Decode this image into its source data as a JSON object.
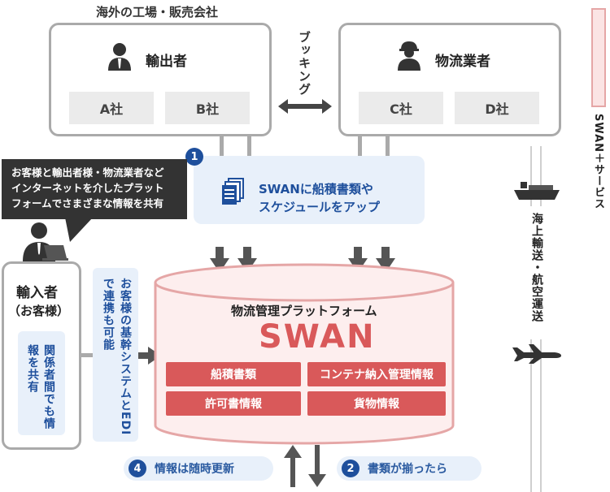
{
  "top_label": "海外の工場・販売会社",
  "exporter": {
    "title": "輸出者",
    "companies": [
      "A社",
      "B社"
    ]
  },
  "logistics": {
    "title": "物流業者",
    "companies": [
      "C社",
      "D社"
    ]
  },
  "booking": "ブッキング",
  "service_label": "SWAN＋サービス",
  "upload": {
    "step": "1",
    "line1": "SWANに船積書類や",
    "line2": "スケジュールをアップ"
  },
  "callout": {
    "line1": "お客様と輸出者様・物流業者など",
    "line2": "インターネットを介したプラット",
    "line3": "フォームでさまざまな情報を共有"
  },
  "importer": {
    "title": "輸入者",
    "subtitle": "（お客様）",
    "share_text": "関係者間でも情報を共有"
  },
  "edi_text": "お客様の基幹システムとEDIで連携も可能",
  "platform": {
    "label": "物流管理プラットフォーム",
    "name": "SWAN",
    "items": [
      "船積書類",
      "コンテナ納入管理情報",
      "許可書情報",
      "貨物情報"
    ]
  },
  "transport_label": "海上輸送・航空運送",
  "step4": {
    "num": "4",
    "text": "情報は随時更新"
  },
  "step2": {
    "num": "2",
    "text": "書類が揃ったら"
  },
  "colors": {
    "accent_blue": "#1e4f9c",
    "light_blue": "#e8f0fa",
    "swan_red": "#d9595a",
    "grey": "#aaaaaa"
  }
}
